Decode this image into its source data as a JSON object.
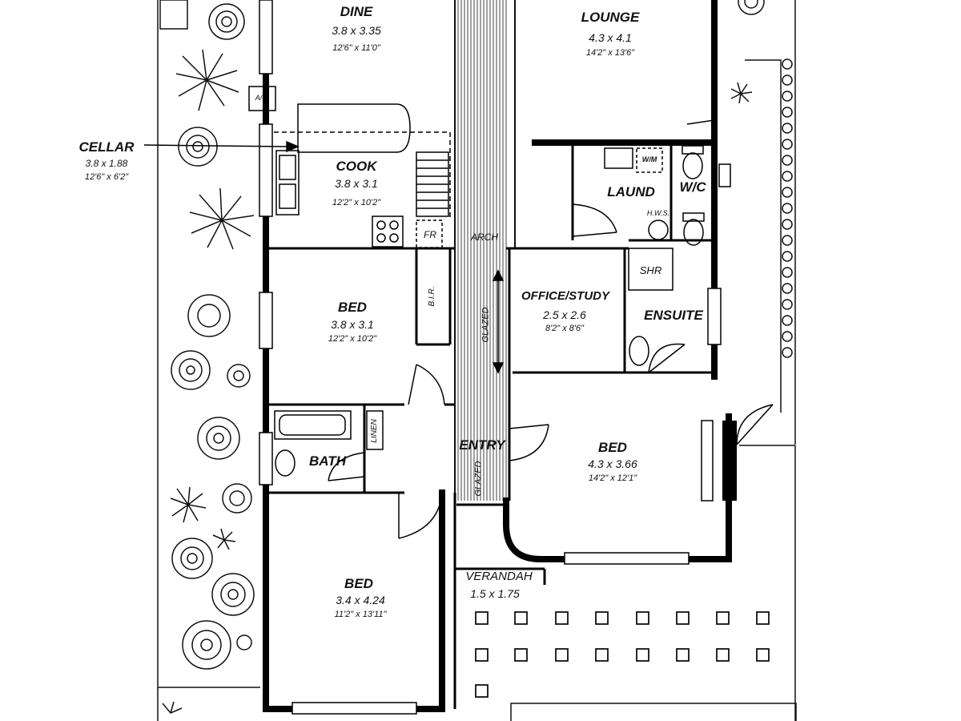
{
  "rooms": {
    "dine": {
      "name": "DINE",
      "metric": "3.8 x 3.35",
      "imperial": "12'6\" x 11'0\""
    },
    "lounge": {
      "name": "LOUNGE",
      "metric": "4.3 x 4.1",
      "imperial": "14'2\" x 13'6\""
    },
    "cellar": {
      "name": "CELLAR",
      "metric": "3.8 x 1.88",
      "imperial": "12'6\" x 6'2\""
    },
    "cook": {
      "name": "COOK",
      "metric": "3.8 x 3.1",
      "imperial": "12'2\" x 10'2\""
    },
    "laund": {
      "name": "LAUND"
    },
    "wc": {
      "name": "W/C"
    },
    "bed1": {
      "name": "BED",
      "metric": "3.8 x 3.1",
      "imperial": "12'2\" x 10'2\""
    },
    "office": {
      "name": "OFFICE/STUDY",
      "metric": "2.5 x 2.6",
      "imperial": "8'2\" x 8'6\""
    },
    "ensuite": {
      "name": "ENSUITE"
    },
    "bath": {
      "name": "BATH"
    },
    "entry": {
      "name": "ENTRY"
    },
    "bed_master": {
      "name": "BED",
      "metric": "4.3 x 3.66",
      "imperial": "14'2\" x 12'1\""
    },
    "bed3": {
      "name": "BED",
      "metric": "3.4 x 4.24",
      "imperial": "11'2\" x 13'11\""
    },
    "verandah": {
      "name": "VERANDAH",
      "metric": "1.5 x 1.75"
    }
  },
  "fixtures": {
    "ac": "A/C.",
    "wm": "W/M",
    "hws": "H.W.S.",
    "shr": "SHR",
    "fr": "FR",
    "arch": "ARCH",
    "bir": "B.I.R.",
    "linen": "LINEN",
    "glazed_hall": "GLAZED",
    "glazed_entry": "GLAZED"
  }
}
